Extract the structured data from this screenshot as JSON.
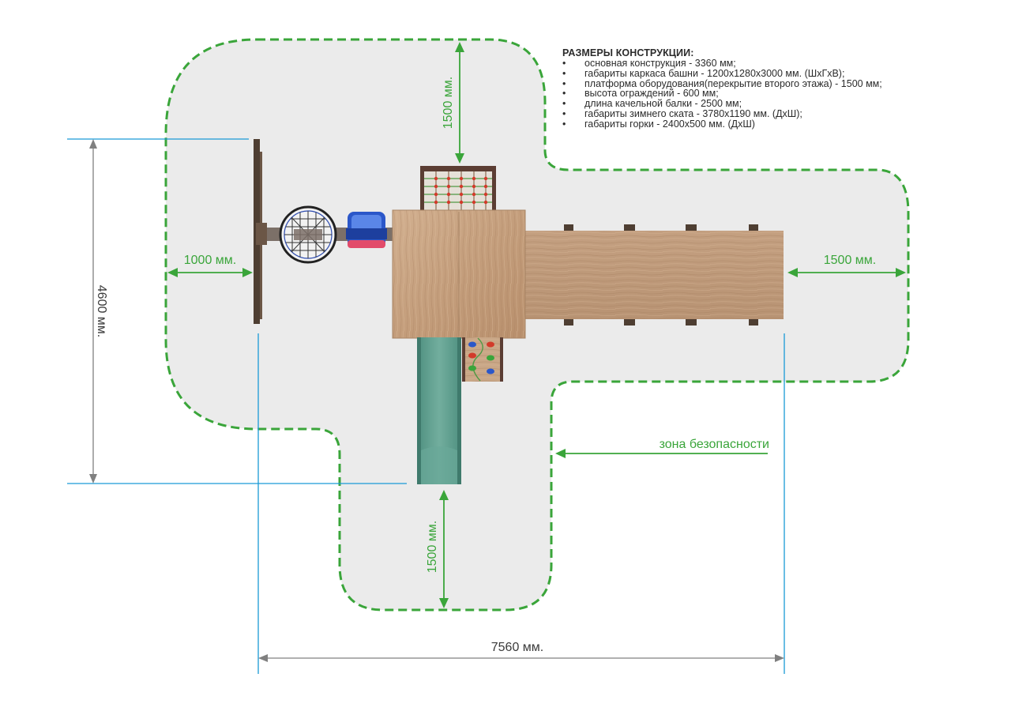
{
  "legend": {
    "title": "РАЗМЕРЫ КОНСТРУКЦИИ:",
    "items": [
      "основная конструкция - 3360 мм;",
      "габариты каркаса башни - 1200х1280х3000 мм. (ШхГхВ);",
      "платформа оборудования(перекрытие второго этажа) - 1500 мм;",
      "высота ограждений - 600 мм;",
      "длина качельной балки - 2500 мм;",
      "габариты зимнего ската - 3780х1190 мм. (ДхШ);",
      "габариты горки - 2400х500 мм. (ДхШ)"
    ]
  },
  "dimensions": {
    "top_clearance": "1500 мм.",
    "left_clearance": "1000 мм.",
    "right_clearance": "1500 мм.",
    "bottom_clearance": "1500 мм.",
    "total_height": "4600 мм.",
    "total_width": "7560 мм."
  },
  "safety_zone_label": "зона безопасности",
  "colors": {
    "zone_fill": "#ebebeb",
    "zone_border": "#3aa53a",
    "arrow_green": "#3aa53a",
    "dim_line_blue": "#1a9ad6",
    "dim_line_gray": "#808080",
    "wood_light": "#c9a585",
    "wood_dark": "#5a4638",
    "slide_teal": "#5c9c8c"
  }
}
